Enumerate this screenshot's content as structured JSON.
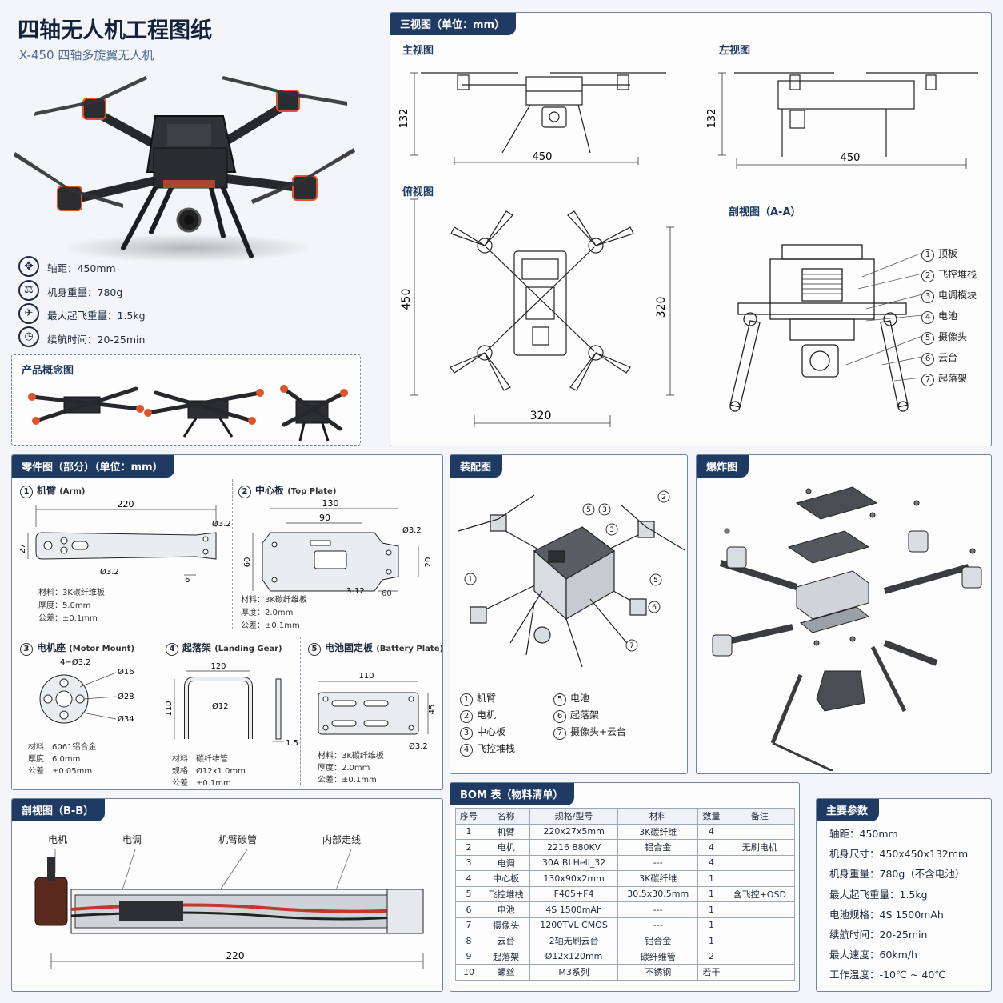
{
  "header": {
    "title": "四轴无人机工程图纸",
    "subtitle": "X-450 四轴多旋翼无人机"
  },
  "quick_specs": [
    {
      "icon": "wheelbase-icon",
      "text": "轴距：450mm"
    },
    {
      "icon": "weight-icon",
      "text": "机身重量：780g"
    },
    {
      "icon": "takeoff-weight-icon",
      "text": "最大起飞重量：1.5kg"
    },
    {
      "icon": "clock-icon",
      "text": "续航时间：20-25min"
    }
  ],
  "concept": {
    "title": "产品概念图"
  },
  "three_view": {
    "title": "三视图（单位：mm）",
    "front": {
      "title": "主视图",
      "height": "132",
      "width": "450"
    },
    "side": {
      "title": "左视图",
      "height": "132",
      "width": "450"
    },
    "top": {
      "title": "俯视图",
      "h1": "450",
      "h2": "320",
      "w": "320"
    },
    "section": {
      "title": "剖视图（A-A）",
      "callouts": [
        {
          "n": "1",
          "text": "顶板"
        },
        {
          "n": "2",
          "text": "飞控堆栈"
        },
        {
          "n": "3",
          "text": "电调模块"
        },
        {
          "n": "4",
          "text": "电池"
        },
        {
          "n": "5",
          "text": "摄像头"
        },
        {
          "n": "6",
          "text": "云台"
        },
        {
          "n": "7",
          "text": "起落架"
        }
      ]
    }
  },
  "parts": {
    "title": "零件图（部分）（单位：mm）",
    "arm": {
      "n": "1",
      "name": "机臂",
      "en": "(Arm)",
      "len": "220",
      "hole": "Ø3.2",
      "hole2": "Ø3.2",
      "h": "27",
      "d6": "6",
      "mat": "材料：3K碳纤维板",
      "thick": "厚度：5.0mm",
      "tol": "公差：±0.1mm"
    },
    "plate": {
      "n": "2",
      "name": "中心板",
      "en": "(Top Plate)",
      "w1": "130",
      "w2": "90",
      "hole": "Ø3.2",
      "h60": "60",
      "h20": "20",
      "slot": "3-12",
      "w60": "60",
      "mat": "材料：3K碳纤维板",
      "thick": "厚度：2.0mm",
      "tol": "公差：±0.1mm"
    },
    "mount": {
      "n": "3",
      "name": "电机座",
      "en": "(Motor Mount)",
      "holes": "4−Ø3.2",
      "d1": "Ø16",
      "d2": "Ø28",
      "d3": "Ø34",
      "mat": "材料：6061铝合金",
      "thick": "厚度：6.0mm",
      "tol": "公差：±0.05mm"
    },
    "gear": {
      "n": "4",
      "name": "起落架",
      "en": "(Landing Gear)",
      "w": "120",
      "h": "110",
      "d": "Ø12",
      "t": "1.5",
      "mat": "材料：碳纤维管",
      "spec": "规格：Ø12x1.0mm",
      "tol": "公差：±0.1mm"
    },
    "battery": {
      "n": "5",
      "name": "电池固定板",
      "en": "(Battery Plate)",
      "w": "110",
      "h": "45",
      "hole": "Ø3.2",
      "mat": "材料：3K碳纤维板",
      "thick": "厚度：2.0mm",
      "tol": "公差：±0.1mm"
    }
  },
  "assembly": {
    "title": "装配图",
    "legend": [
      {
        "n": "1",
        "text": "机臂"
      },
      {
        "n": "5",
        "text": "电池"
      },
      {
        "n": "2",
        "text": "电机"
      },
      {
        "n": "6",
        "text": "起落架"
      },
      {
        "n": "3",
        "text": "中心板"
      },
      {
        "n": "7",
        "text": "摄像头+云台"
      },
      {
        "n": "4",
        "text": "飞控堆栈"
      }
    ],
    "callout_nums": [
      "1",
      "2",
      "3",
      "3",
      "5",
      "5",
      "6",
      "7"
    ]
  },
  "exploded": {
    "title": "爆炸图"
  },
  "section_bb": {
    "title": "剖视图（B-B）",
    "labels": [
      "电机",
      "电调",
      "机臂碳管",
      "内部走线"
    ],
    "length": "220"
  },
  "bom": {
    "title": "BOM 表（物料清单）",
    "headers": [
      "序号",
      "名称",
      "规格/型号",
      "材料",
      "数量",
      "备注"
    ],
    "rows": [
      [
        "1",
        "机臂",
        "220x27x5mm",
        "3K碳纤维",
        "4",
        ""
      ],
      [
        "2",
        "电机",
        "2216 880KV",
        "铝合金",
        "4",
        "无刷电机"
      ],
      [
        "3",
        "电调",
        "30A BLHeli_32",
        "---",
        "4",
        ""
      ],
      [
        "4",
        "中心板",
        "130x90x2mm",
        "3K碳纤维",
        "1",
        ""
      ],
      [
        "5",
        "飞控堆栈",
        "F405+F4",
        "30.5x30.5mm",
        "1",
        "含飞控+OSD"
      ],
      [
        "6",
        "电池",
        "4S 1500mAh",
        "---",
        "1",
        ""
      ],
      [
        "7",
        "摄像头",
        "1200TVL CMOS",
        "---",
        "1",
        ""
      ],
      [
        "8",
        "云台",
        "2轴无刷云台",
        "铝合金",
        "1",
        ""
      ],
      [
        "9",
        "起落架",
        "Ø12x120mm",
        "碳纤维管",
        "2",
        ""
      ],
      [
        "10",
        "螺丝",
        "M3系列",
        "不锈钢",
        "若干",
        ""
      ]
    ]
  },
  "main_params": {
    "title": "主要参数",
    "items": [
      "轴距：450mm",
      "机身尺寸：450x450x132mm",
      "机身重量：780g（不含电池）",
      "最大起飞重量：1.5kg",
      "电池规格：4S 1500mAh",
      "续航时间：20-25min",
      "最大速度：60km/h",
      "工作温度：-10℃ ~ 40℃"
    ]
  },
  "colors": {
    "navy": "#1f3a63",
    "accent": "#e0532b",
    "carbon": "#2b2d31"
  }
}
